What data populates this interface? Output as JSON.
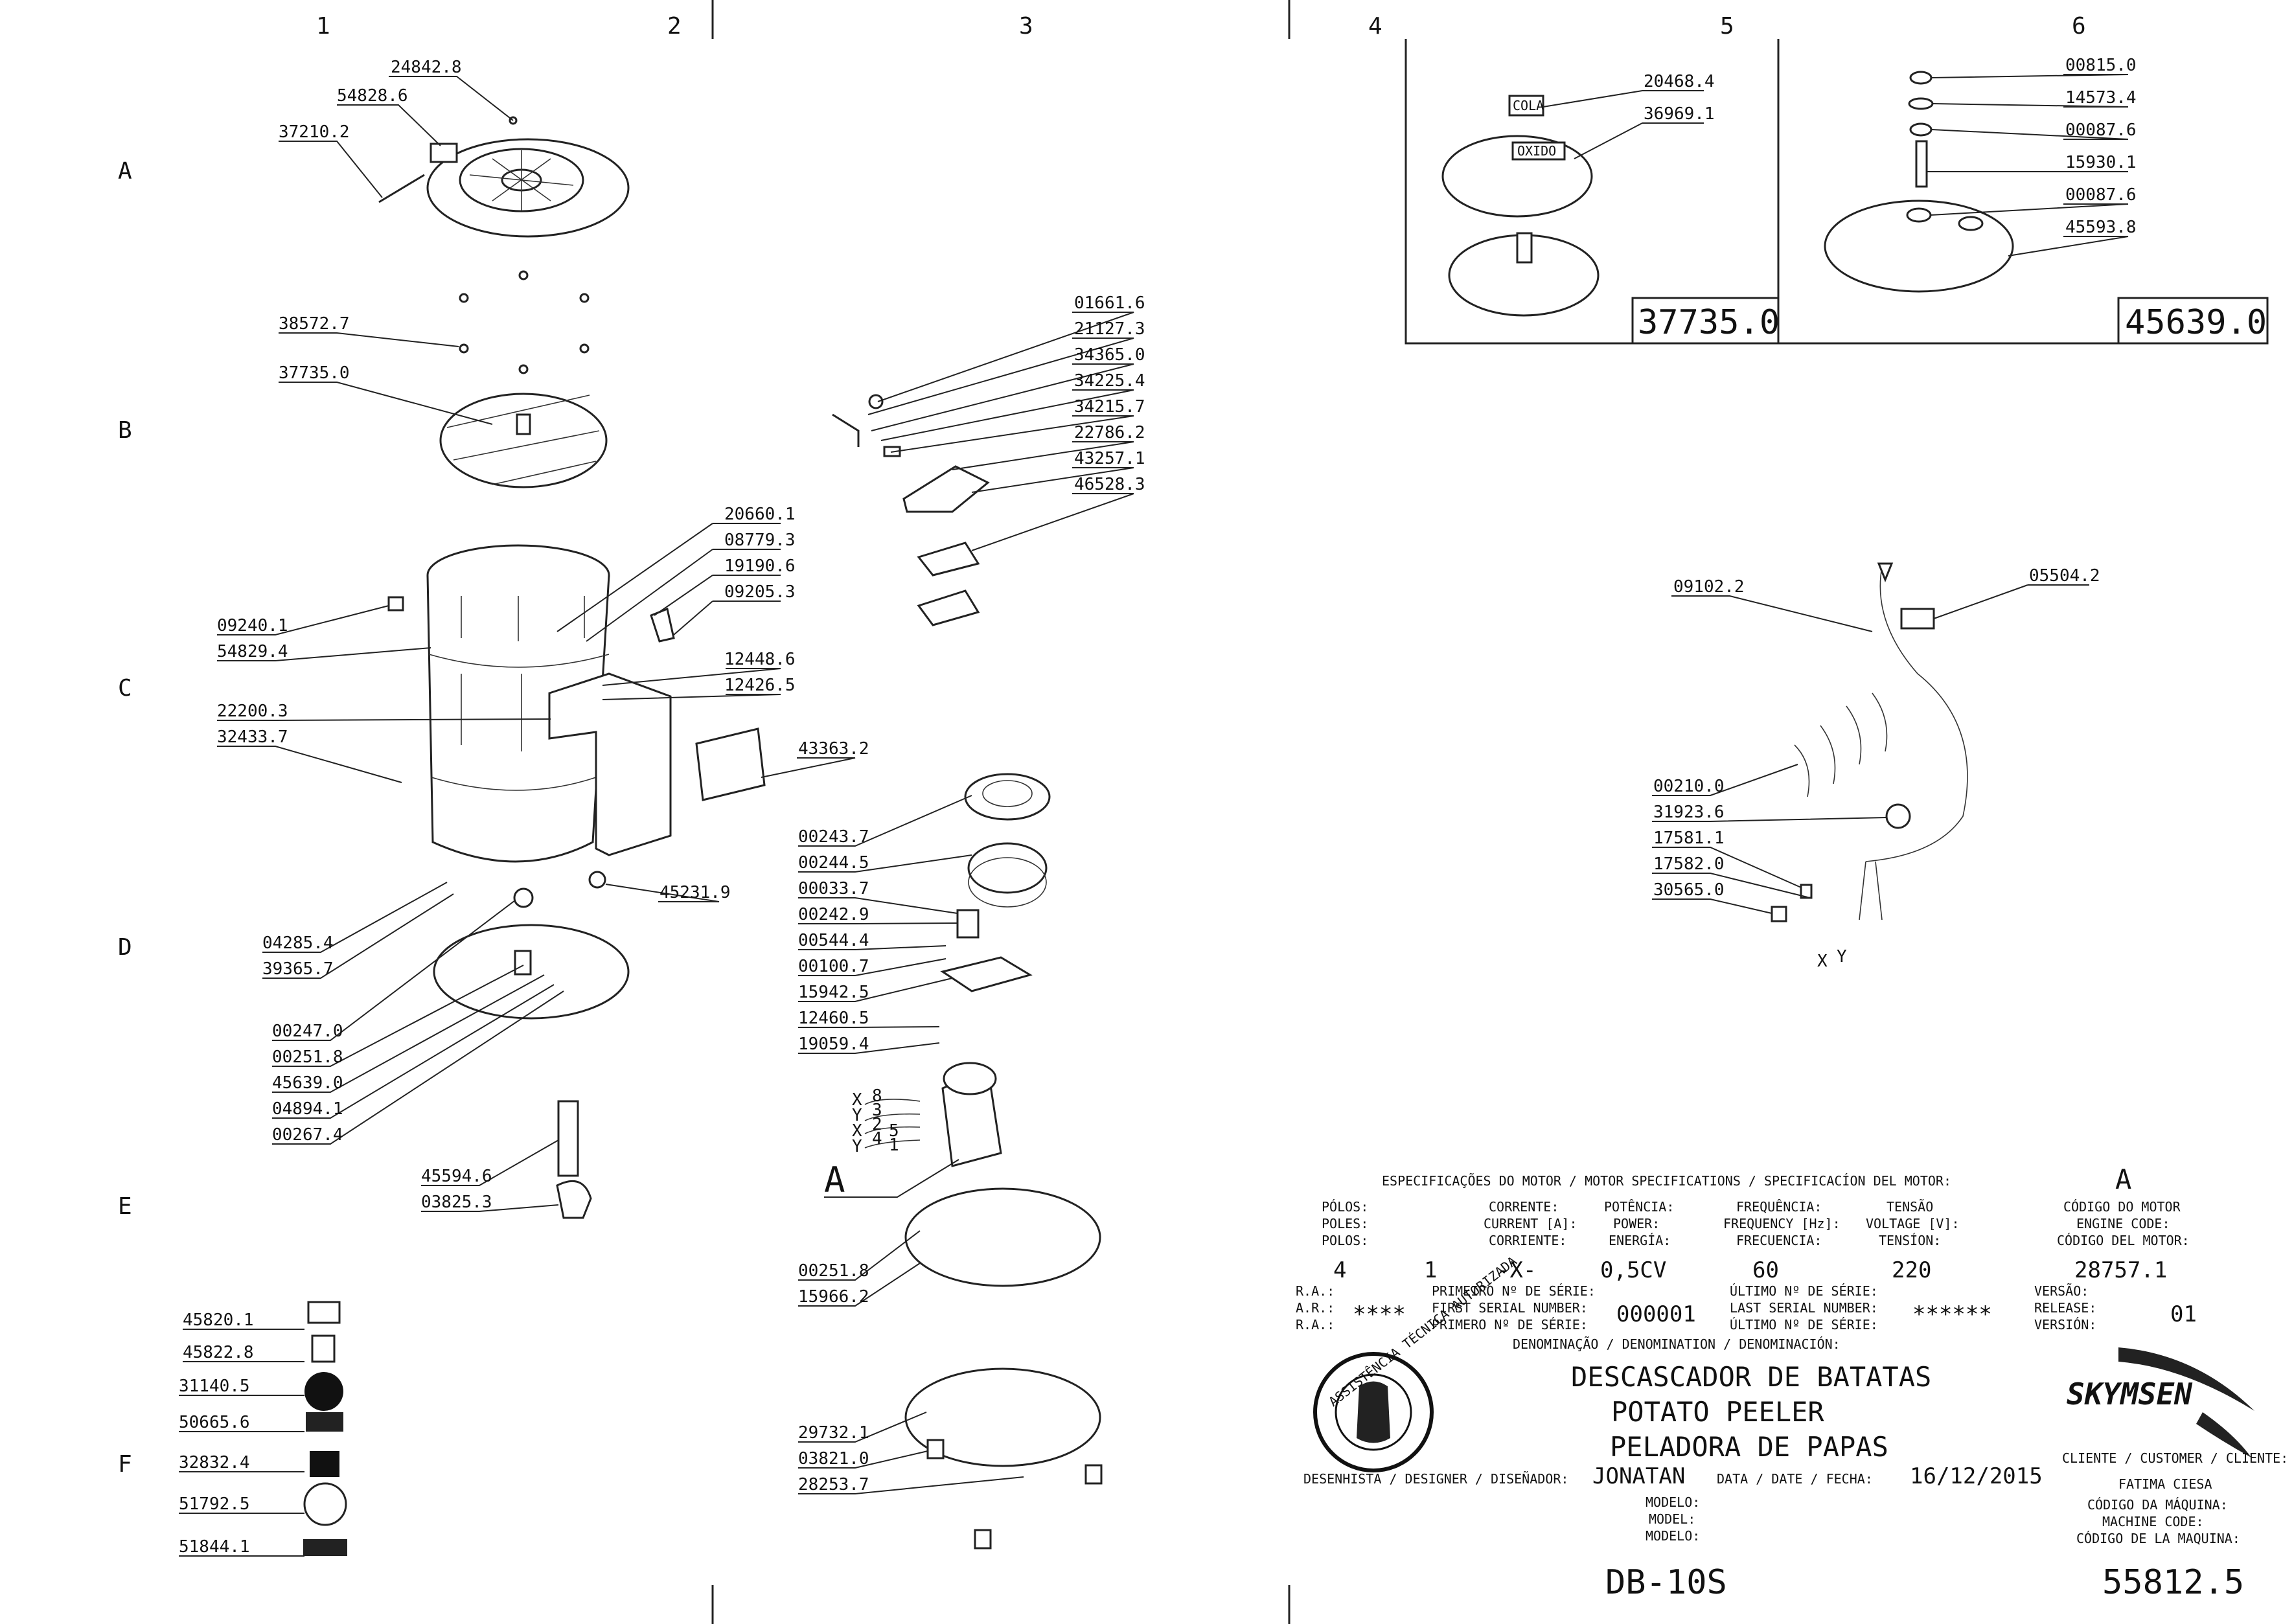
{
  "grid": {
    "columns": [
      "1",
      "2",
      "3",
      "4",
      "5",
      "6"
    ],
    "rows": [
      "A",
      "B",
      "C",
      "D",
      "E",
      "F"
    ]
  },
  "labels_left": [
    "24842.8",
    "54828.6",
    "37210.2",
    "38572.7",
    "37735.0",
    "20660.1",
    "08779.3",
    "19190.6",
    "09205.3",
    "09240.1",
    "54829.4",
    "12448.6",
    "12426.5",
    "22200.3",
    "32433.7",
    "45231.9",
    "04285.4",
    "39365.7",
    "00247.0",
    "00251.8",
    "45639.0",
    "04894.1",
    "00267.4",
    "45594.6",
    "03825.3",
    "45820.1",
    "45822.8",
    "31140.5",
    "50665.6",
    "32832.4",
    "51792.5",
    "51844.1"
  ],
  "labels_middle": [
    "01661.6",
    "21127.3",
    "34365.0",
    "34225.4",
    "34215.7",
    "22786.2",
    "43257.1",
    "46528.3",
    "43363.2",
    "00243.7",
    "00244.5",
    "00033.7",
    "00242.9",
    "00544.4",
    "00100.7",
    "15942.5",
    "12460.5",
    "19059.4",
    "00251.8",
    "15966.2",
    "29732.1",
    "03821.0",
    "28253.7"
  ],
  "motor_view_label": "A",
  "motor_wire_numbers": [
    "8",
    "3",
    "2",
    "4",
    "5",
    "1"
  ],
  "motor_wire_ends": [
    "X",
    "Y",
    "X",
    "Y"
  ],
  "detail_boxes": [
    {
      "ref": "37735.0",
      "labels": [
        "20468.4",
        "36969.1"
      ],
      "tags": [
        "COLA",
        "OXIDO"
      ]
    },
    {
      "ref": "45639.0",
      "labels": [
        "00815.0",
        "14573.4",
        "00087.6",
        "15930.1",
        "00087.6",
        "45593.8"
      ]
    }
  ],
  "labels_right": [
    "09102.2",
    "05504.2",
    "00210.0",
    "31923.6",
    "17581.1",
    "17582.0",
    "30565.0"
  ],
  "plug_terminals": [
    "X",
    "Y"
  ],
  "title_block": {
    "motor_spec_title": "ESPECIFICAÇÕES DO MOTOR / MOTOR SPECIFICATIONS / SPECIFICACÍON DEL MOTOR:",
    "version_letter": "A",
    "spec_columns": [
      {
        "lines": [
          "PÓLOS:",
          "POLES:",
          "POLOS:"
        ],
        "value": "4"
      },
      {
        "lines": [
          "",
          "",
          ""
        ],
        "value": "1"
      },
      {
        "lines": [
          "CORRENTE:",
          "CURRENT [A]:",
          "CORRIENTE:"
        ],
        "value": "-X-"
      },
      {
        "lines": [
          "POTÊNCIA:",
          "POWER:",
          "ENERGÍA:"
        ],
        "value": "0,5CV"
      },
      {
        "lines": [
          "FREQUÊNCIA:",
          "FREQUENCY [Hz]:",
          "FRECUENCIA:"
        ],
        "value": "60"
      },
      {
        "lines": [
          "TENSÃO",
          "VOLTAGE [V]:",
          "TENSÍON:"
        ],
        "value": "220"
      }
    ],
    "engine_code_lines": [
      "CÓDIGO DO MOTOR",
      "ENGINE CODE:",
      "CÓDIGO DEL MOTOR:"
    ],
    "engine_code": "28757.1",
    "ra_lines": [
      "R.A.:",
      "A.R.:",
      "R.A.:"
    ],
    "ra_value": "****",
    "first_serial_lines": [
      "PRIMEIRO Nº DE SÉRIE:",
      "FIRST SERIAL NUMBER:",
      "PRIMERO Nº DE SÉRIE:"
    ],
    "first_serial": "000001",
    "last_serial_lines": [
      "ÚLTIMO Nº DE SÉRIE:",
      "LAST SERIAL NUMBER:",
      "ÚLTIMO Nº DE SÉRIE:"
    ],
    "last_serial": "******",
    "version_lines": [
      "VERSÃO:",
      "RELEASE:",
      "VERSIÓN:"
    ],
    "version": "01",
    "denomination_label": "DENOMINAÇÃO / DENOMINATION / DENOMINACIÓN:",
    "names": [
      "DESCASCADOR DE BATATAS",
      "POTATO PEELER",
      "PELADORA DE PAPAS"
    ],
    "seal_text": "ASSISTÊNCIA TÉCNICA AUTORIZADA",
    "brand": "SKYMSEN",
    "designer_label": "DESENHISTA / DESIGNER / DISEÑADOR:",
    "designer": "JONATAN",
    "date_label": "DATA / DATE / FECHA:",
    "date": "16/12/2015",
    "client_label": "CLIENTE / CUSTOMER / CLIENTE:",
    "client": "FATIMA CIESA",
    "model_lines": [
      "MODELO:",
      "MODEL:",
      "MODELO:"
    ],
    "model": "DB-10S",
    "machine_code_lines": [
      "CÓDIGO DA MÁQUINA:",
      "MACHINE CODE:",
      "CÓDIGO DE LA MAQUINA:"
    ],
    "machine_code": "55812.5"
  }
}
